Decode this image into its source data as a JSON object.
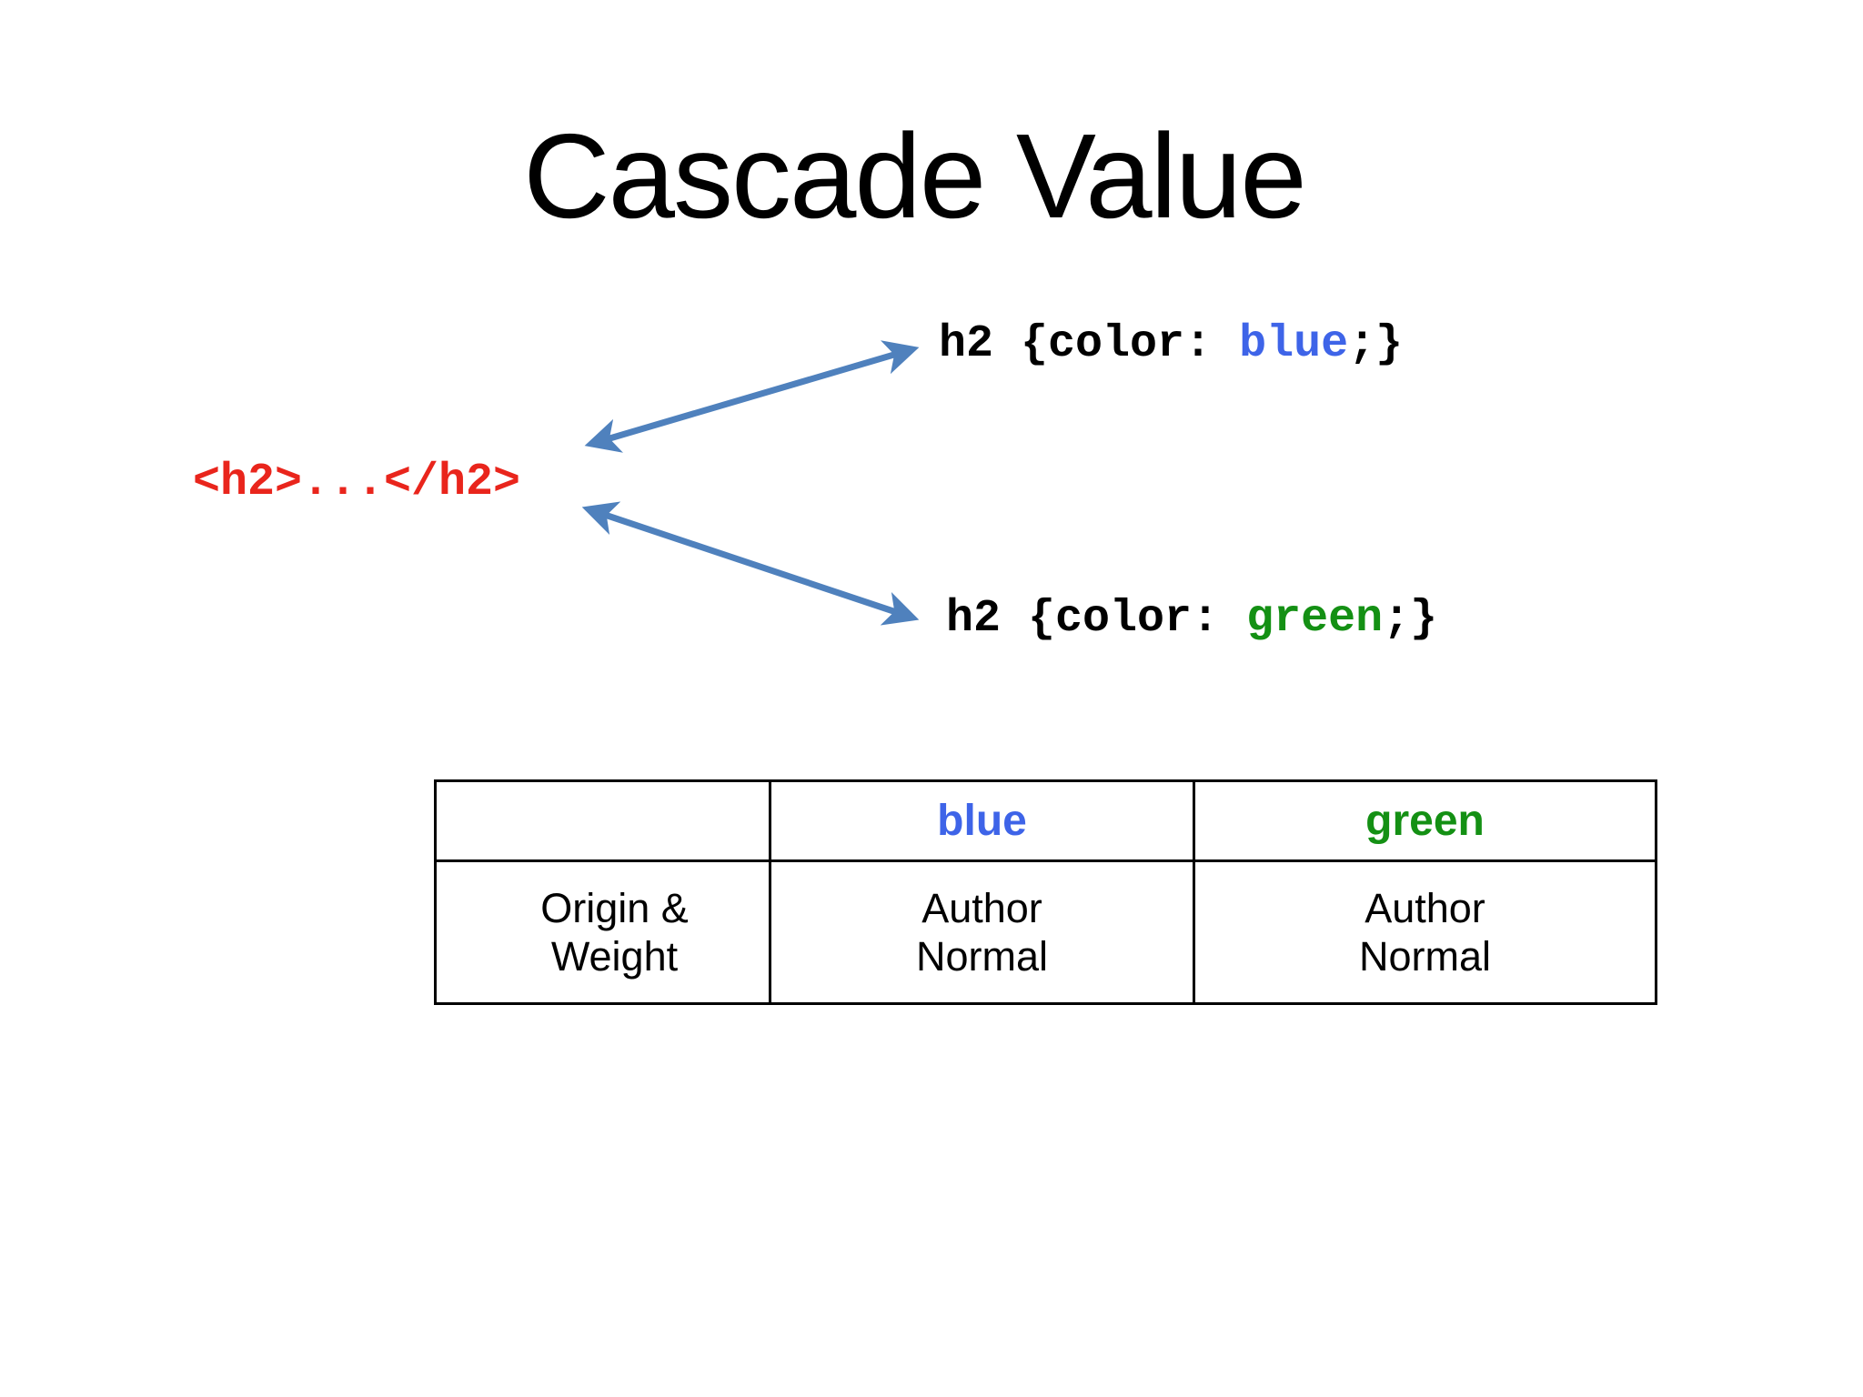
{
  "colors": {
    "red": "#e9251c",
    "blue": "#3e64e8",
    "green": "#149014",
    "arrow": "#4f81bd",
    "text": "#000000",
    "background": "#ffffff"
  },
  "title": "Cascade Value",
  "diagram": {
    "element_tag": "<h2>...</h2>",
    "rule_blue": {
      "selector_part": "h2 {color: ",
      "value": "blue",
      "close_part": ";}"
    },
    "rule_green": {
      "selector_part": "h2 {color: ",
      "value": "green",
      "close_part": ";}"
    },
    "arrow_icon": "double-headed-arrow"
  },
  "table": {
    "headers": {
      "col1": "",
      "col2": "blue",
      "col3": "green"
    },
    "row": {
      "label_line1": "Origin &",
      "label_line2": "Weight",
      "blue_line1": "Author",
      "blue_line2": "Normal",
      "green_line1": "Author",
      "green_line2": "Normal"
    }
  }
}
